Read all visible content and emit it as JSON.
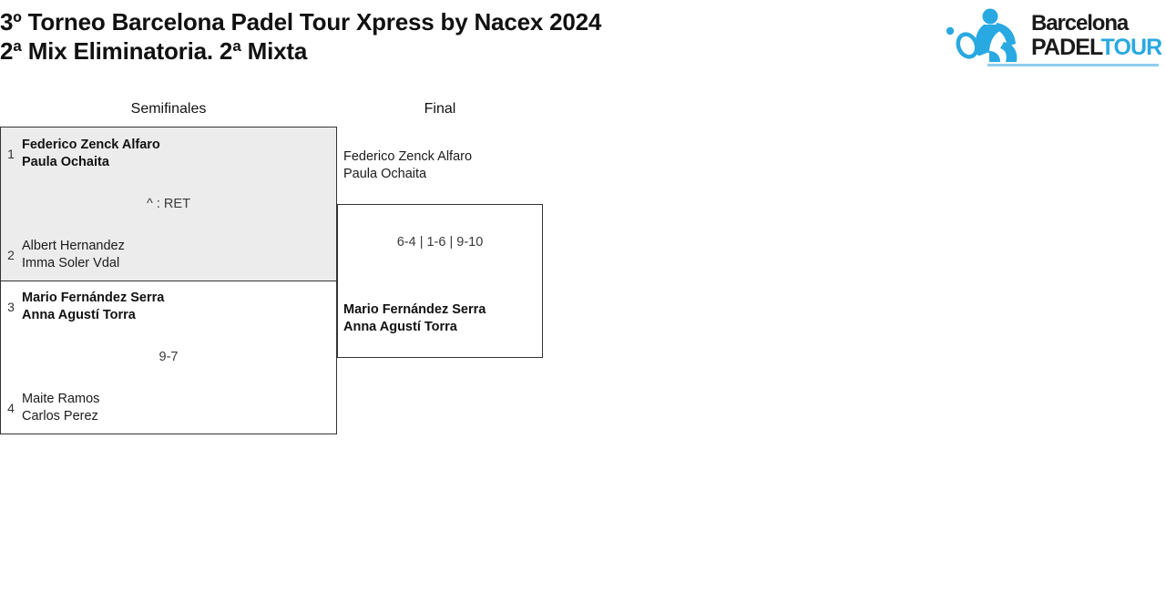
{
  "header": {
    "title_line1": "3º Torneo Barcelona Padel Tour Xpress by Nacex 2024",
    "title_line2": "2ª Mix Eliminatoria. 2ª Mixta"
  },
  "logo": {
    "word_top": "Barcelona",
    "word_padel": "PADEL",
    "word_tour": "TOUR",
    "mark_icon": "padel-player-silhouette-icon",
    "brand_blue": "#29a9e1",
    "brand_black": "#1a1a1a"
  },
  "bracket": {
    "rounds": [
      {
        "label": "Semifinales"
      },
      {
        "label": "Final"
      }
    ],
    "semifinals": [
      {
        "highlighted": true,
        "top": {
          "seed": "1",
          "player1": "Federico Zenck Alfaro",
          "player2": "Paula Ochaita",
          "winner": true
        },
        "bottom": {
          "seed": "2",
          "player1": "Albert Hernandez",
          "player2": "Imma Soler Vdal",
          "winner": false
        },
        "score": "^ : RET"
      },
      {
        "highlighted": false,
        "top": {
          "seed": "3",
          "player1": "Mario Fernández Serra",
          "player2": "Anna Agustí Torra",
          "winner": true
        },
        "bottom": {
          "seed": "4",
          "player1": "Maite Ramos",
          "player2": "Carlos Perez",
          "winner": false
        },
        "score": "9-7"
      }
    ],
    "final": {
      "top": {
        "player1": "Federico Zenck Alfaro",
        "player2": "Paula Ochaita",
        "winner": false
      },
      "bottom": {
        "player1": "Mario Fernández Serra",
        "player2": "Anna Agustí Torra",
        "winner": true
      },
      "score": "6-4 | 1-6 | 9-10"
    }
  }
}
